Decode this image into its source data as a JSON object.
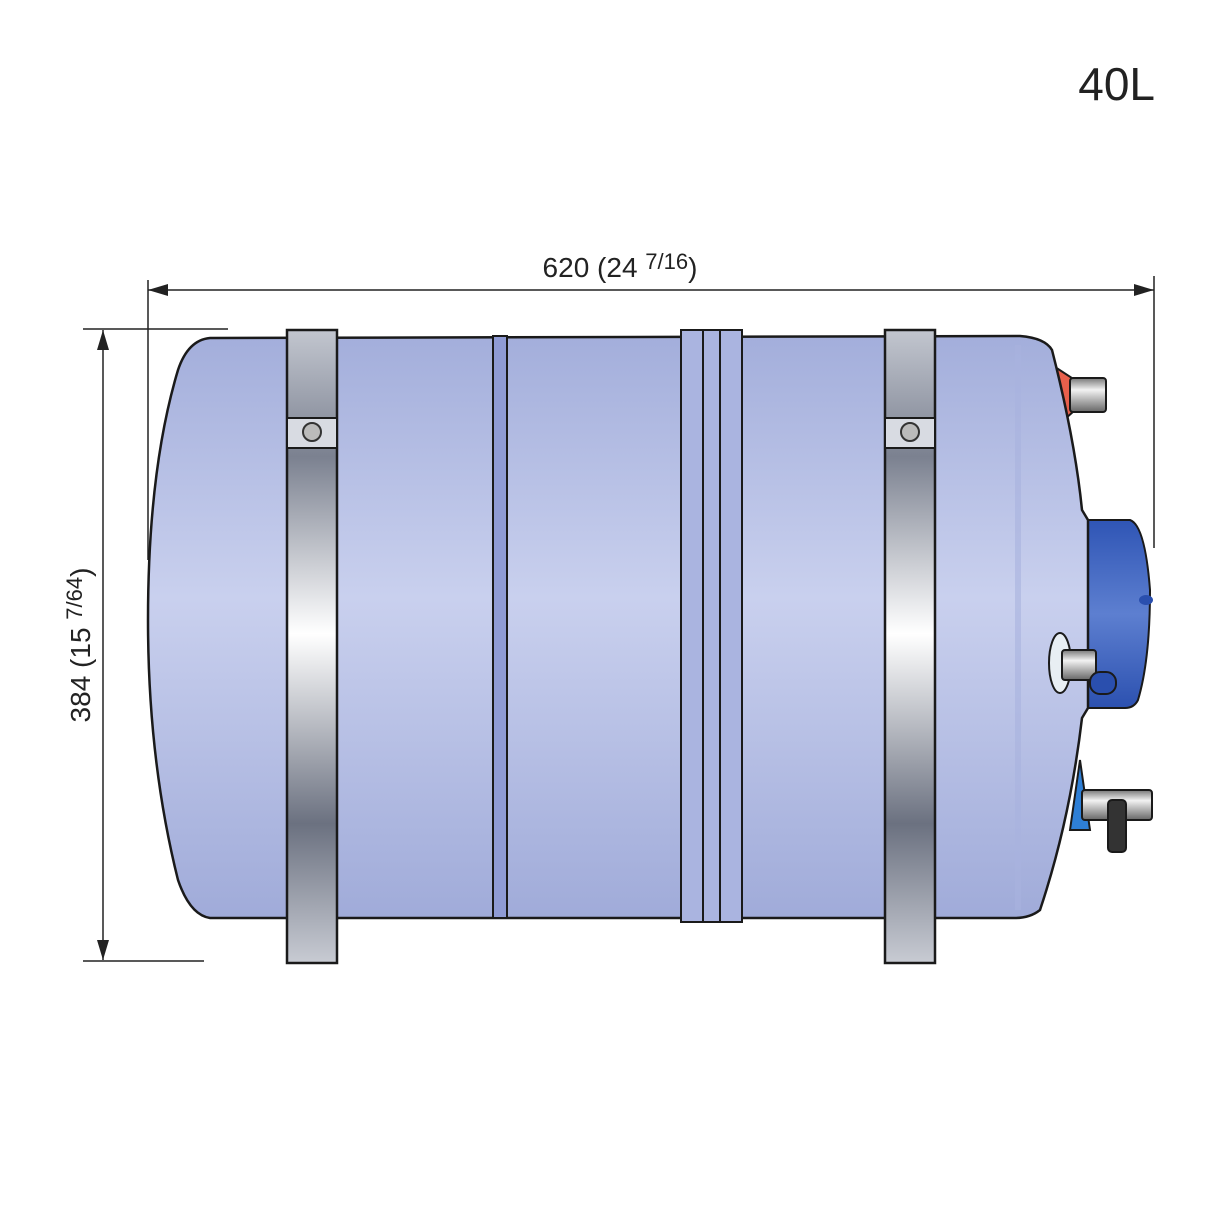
{
  "capacity_label": "40L",
  "width_dimension": {
    "mm": "620",
    "open": "(24 ",
    "frac": "7/16",
    "close": ")"
  },
  "height_dimension": {
    "mm": "384",
    "open": "(15 ",
    "frac": "7/64",
    "close": ")"
  },
  "colors": {
    "tank": "#b7c1e6",
    "tank_edge": "#9aa6d8",
    "strap": "#c9ccd4",
    "control_cover": "#3a5fbf",
    "hot_outlet": "#e8604c",
    "cold_inlet": "#2e7fd6",
    "outline": "#1a1a1a"
  }
}
